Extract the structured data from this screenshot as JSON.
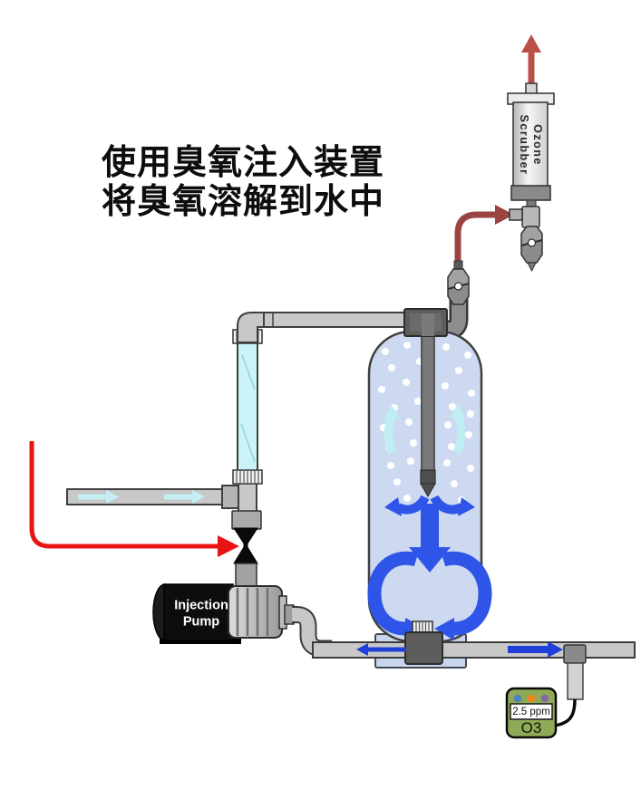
{
  "heading": {
    "line1": "使用臭氧注入装置",
    "line2": "将臭氧溶解到水中"
  },
  "ozone_scrubber": {
    "line1": "Ozone",
    "line2": "Scrubber"
  },
  "injection_pump": {
    "line1": "Injection",
    "line2": "Pump"
  },
  "o3_meter": {
    "reading": "2.5 ppm",
    "gas_label": "O3",
    "body_color": "#8faa55",
    "indicator_colors": [
      "#4f81bd",
      "#f2821e",
      "#8468a8"
    ]
  },
  "colors": {
    "ozone_gas_red": "#e81414",
    "ozone_transfer_maroon": "#9c4343",
    "scrubber_vent_red": "#bc5048",
    "water_flow_blue": "#2f55e8",
    "pipe_flow_blue": "#1f3fd8",
    "inlet_flow_cyan": "#c2eef4",
    "tank_water": "#ccd9f0",
    "sight_tube_cyan": "#c9f3f6",
    "pipe_gray": "#c8c8c8",
    "tank_base_blue": "#c7d6ee"
  }
}
